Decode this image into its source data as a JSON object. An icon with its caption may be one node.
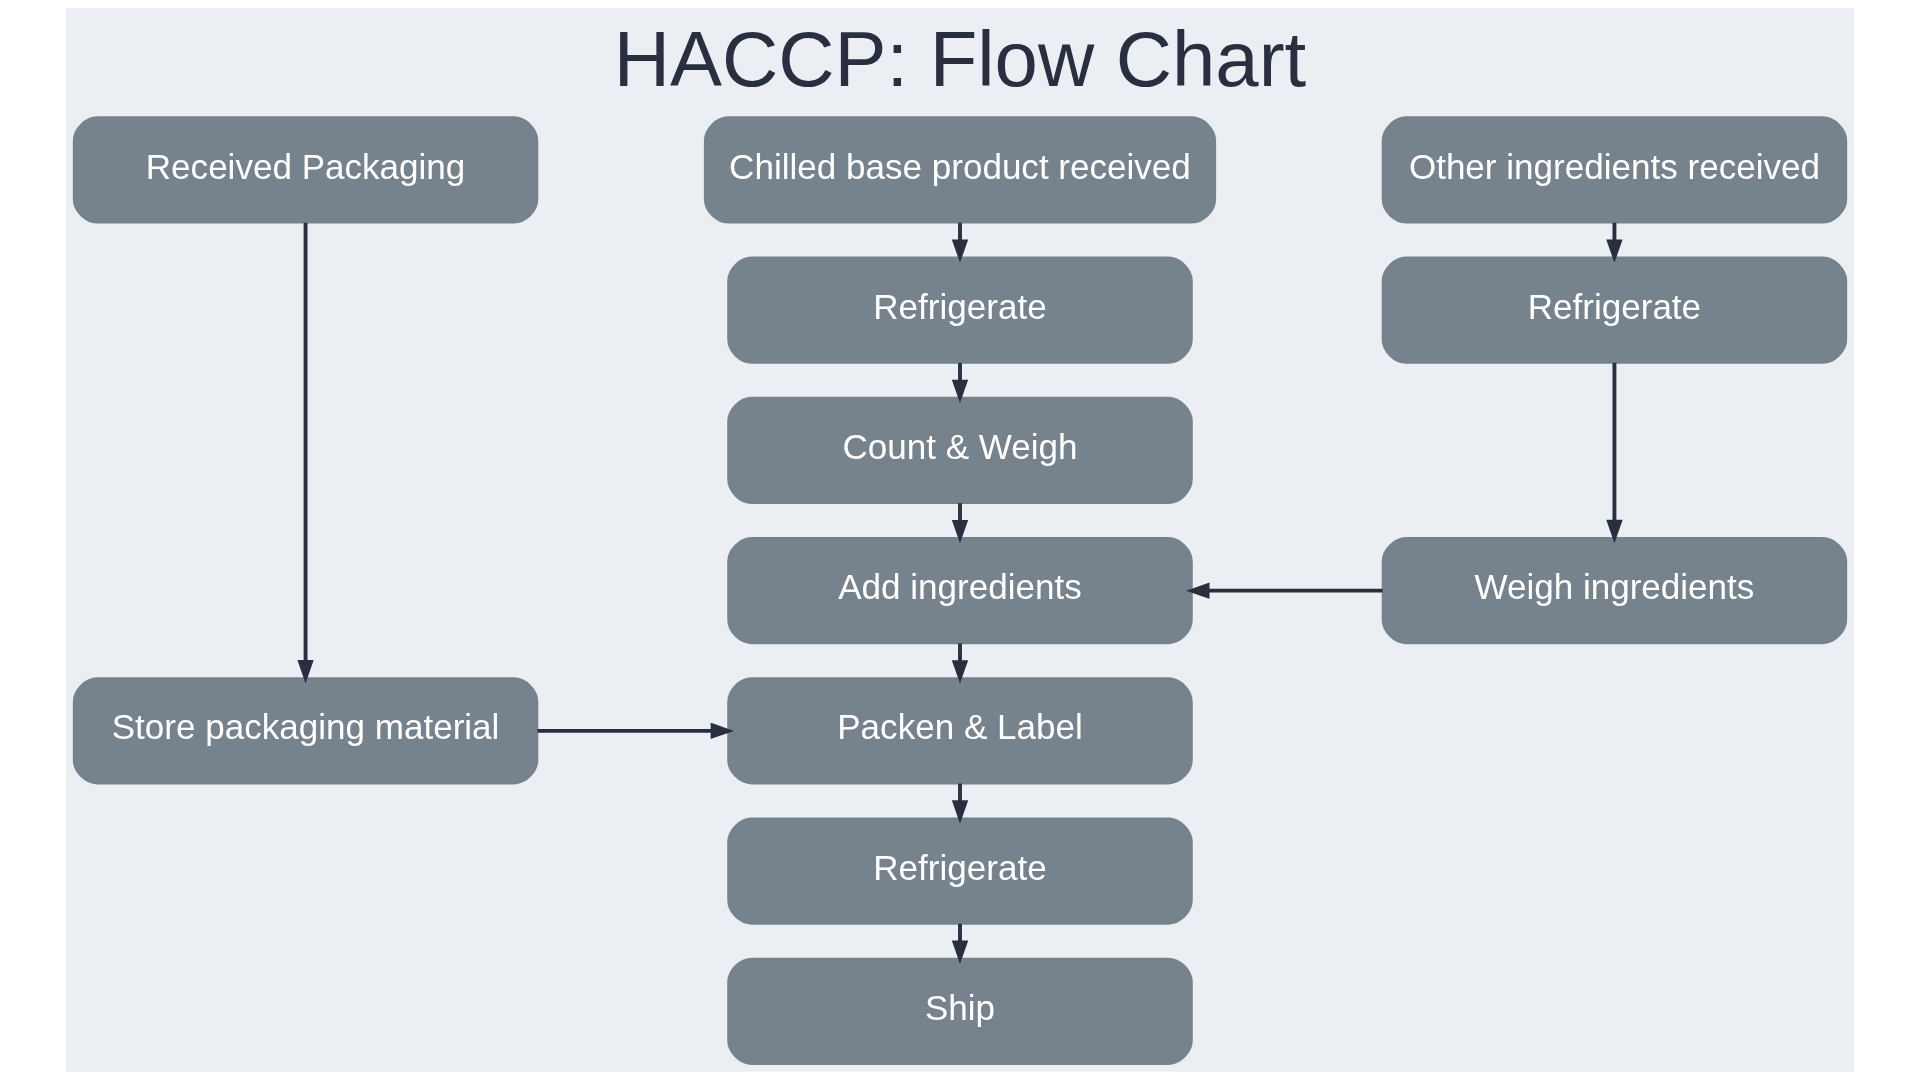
{
  "diagram": {
    "title": "HACCP: Flow Chart",
    "nodes": [
      {
        "text": [
          "Received Packaging"
        ]
      },
      {
        "text": [
          "Chilled base product received"
        ]
      },
      {
        "text": [
          "Other ingredients received"
        ]
      },
      {
        "text": [
          "Refrigerate"
        ]
      },
      {
        "text": [
          "Refrigerate"
        ]
      },
      {
        "text": [
          "Count & Weigh"
        ]
      },
      {
        "text": [
          "Add ingredients"
        ]
      },
      {
        "text": [
          "Weigh ingredients"
        ]
      },
      {
        "text": [
          "Store packaging material"
        ]
      },
      {
        "text": [
          "Packen & Label"
        ]
      },
      {
        "text": [
          "Refrigerate"
        ]
      },
      {
        "text": [
          "Ship"
        ]
      }
    ],
    "edges": [
      {
        "from": 1,
        "to": 3,
        "arrow": "to"
      },
      {
        "from": 3,
        "to": 5,
        "arrow": "to"
      },
      {
        "from": 5,
        "to": 6,
        "arrow": "to"
      },
      {
        "from": 6,
        "to": 9,
        "arrow": "to"
      },
      {
        "from": 9,
        "to": 10,
        "arrow": "to"
      },
      {
        "from": 10,
        "to": 11,
        "arrow": "to"
      },
      {
        "from": 2,
        "to": 4,
        "arrow": "to"
      },
      {
        "from": 4,
        "to": 7,
        "arrow": "to"
      },
      {
        "from": 7,
        "to": 6,
        "arrow": "to"
      },
      {
        "from": 0,
        "to": 8,
        "arrow": "to"
      },
      {
        "from": 8,
        "to": 9,
        "arrow": "to"
      }
    ]
  }
}
